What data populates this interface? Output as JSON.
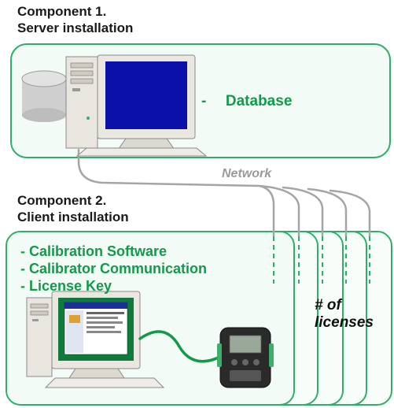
{
  "component1": {
    "title_line1": "Component 1.",
    "title_line2": "Server installation",
    "item_bullet": "-",
    "item": "Database"
  },
  "network": {
    "label": "Network"
  },
  "component2": {
    "title_line1": "Component 2.",
    "title_line2": "Client installation",
    "items": [
      "- Calibration Software",
      "- Calibrator Communication",
      "- License Key"
    ]
  },
  "licenses": {
    "line1": "# of",
    "line2": "licenses"
  },
  "colors": {
    "panel_border": "#2fae6a",
    "panel_fill": "#f2fbf6",
    "text_green": "#13994a",
    "screen_blue": "#0a10a8",
    "network_gray": "#9a9a9a"
  }
}
